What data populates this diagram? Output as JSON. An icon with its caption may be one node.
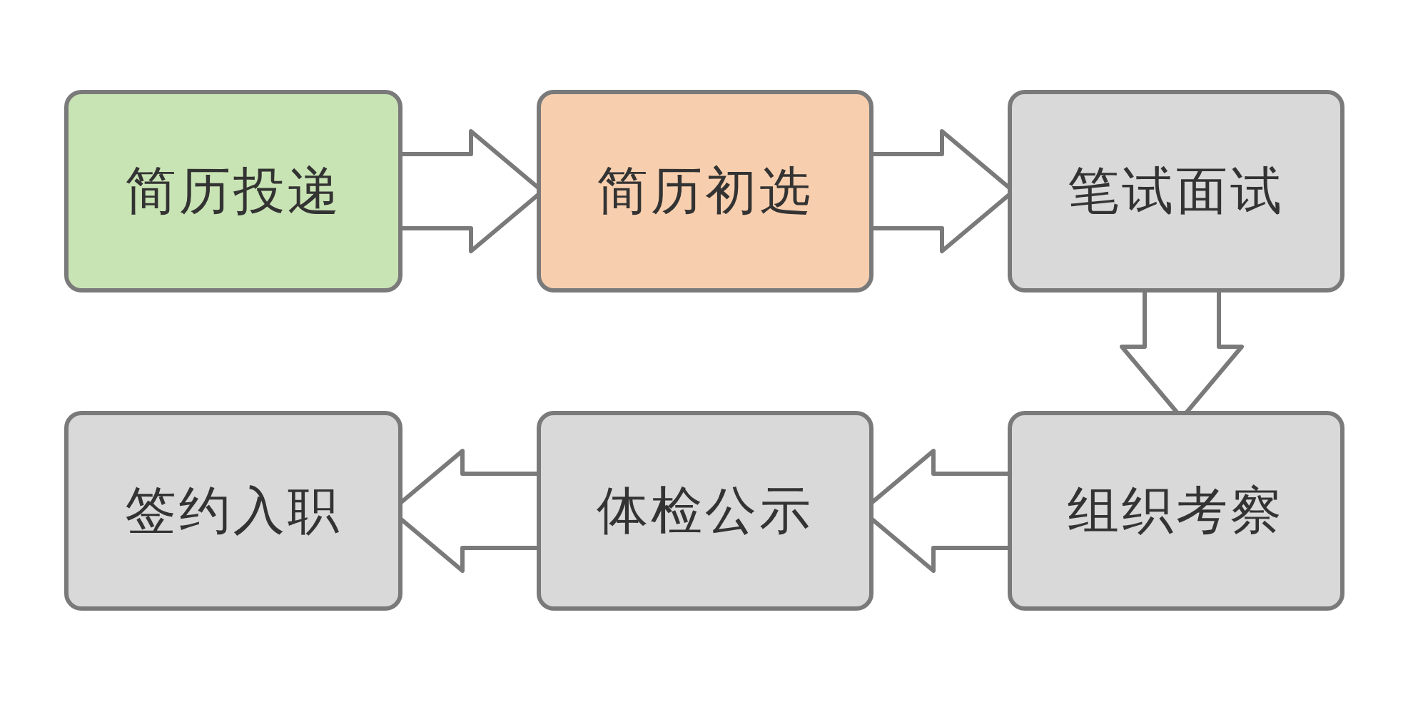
{
  "diagram": {
    "nodes": [
      {
        "text": [
          "简历投递"
        ]
      },
      {
        "text": [
          "简历初选"
        ]
      },
      {
        "text": [
          "笔试面试"
        ]
      },
      {
        "text": [
          "组织考察"
        ]
      },
      {
        "text": [
          "体检公示"
        ]
      },
      {
        "text": [
          "签约入职"
        ]
      }
    ],
    "edges": [
      {
        "from": 0,
        "to": 1,
        "arrow": "to"
      },
      {
        "from": 1,
        "to": 2,
        "arrow": "to"
      },
      {
        "from": 2,
        "to": 3,
        "arrow": "to"
      },
      {
        "from": 3,
        "to": 4,
        "arrow": "to"
      },
      {
        "from": 4,
        "to": 5,
        "arrow": "to"
      }
    ]
  }
}
